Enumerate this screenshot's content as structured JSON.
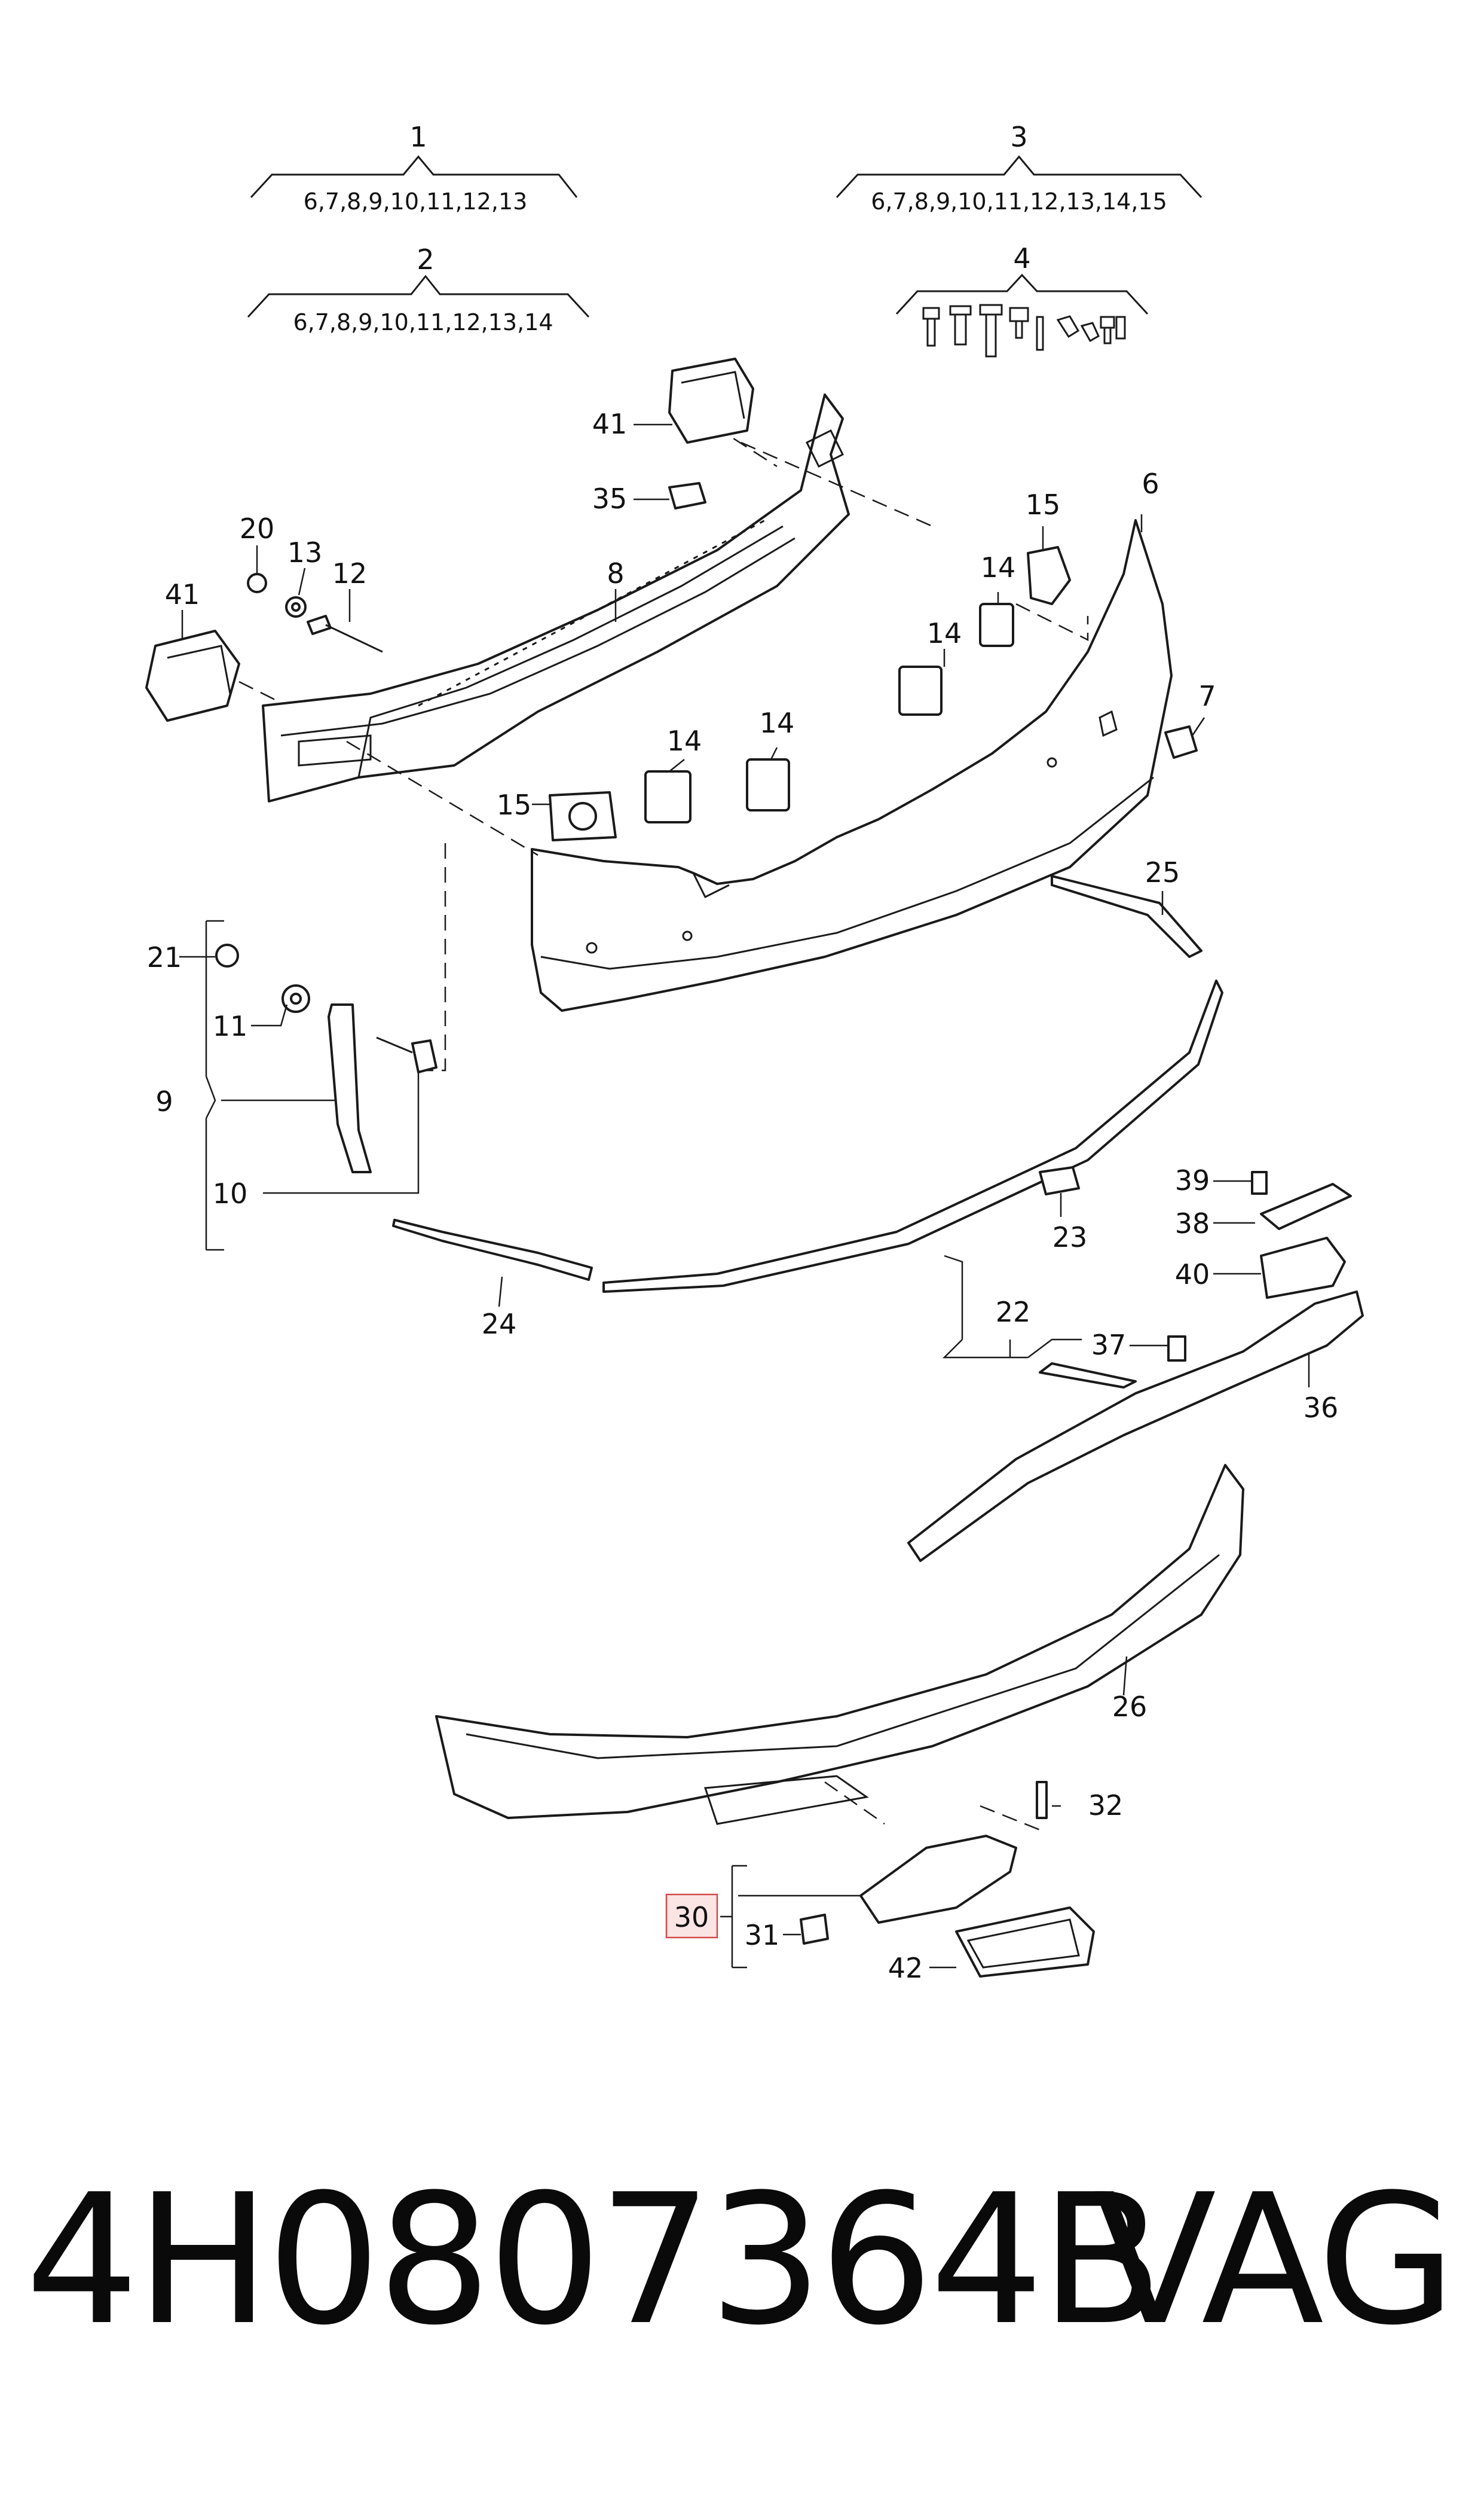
{
  "groups": [
    {
      "num": "1",
      "list": "6,7,8,9,10,11,12,13"
    },
    {
      "num": "2",
      "list": "6,7,8,9,10,11,12,13,14"
    },
    {
      "num": "3",
      "list": "6,7,8,9,10,11,12,13,14,15"
    },
    {
      "num": "4",
      "list": ""
    }
  ],
  "callouts": {
    "c41a": "41",
    "c35": "35",
    "c8": "8",
    "c15a": "15",
    "c6": "6",
    "c14a": "14",
    "c14b": "14",
    "c7": "7",
    "c20": "20",
    "c13": "13",
    "c12": "12",
    "c41b": "41",
    "c14c": "14",
    "c14d": "14",
    "c15b": "15",
    "c25": "25",
    "c21": "21",
    "c11": "11",
    "c9": "9",
    "c10": "10",
    "c24": "24",
    "c23": "23",
    "c22": "22",
    "c39": "39",
    "c38": "38",
    "c40": "40",
    "c37": "37",
    "c36": "36",
    "c26": "26",
    "c32": "32",
    "c30": "30",
    "c31": "31",
    "c42": "42"
  },
  "highlight_color": "#d24a4a",
  "part_number": "4H0807364B",
  "brand": "VAG"
}
